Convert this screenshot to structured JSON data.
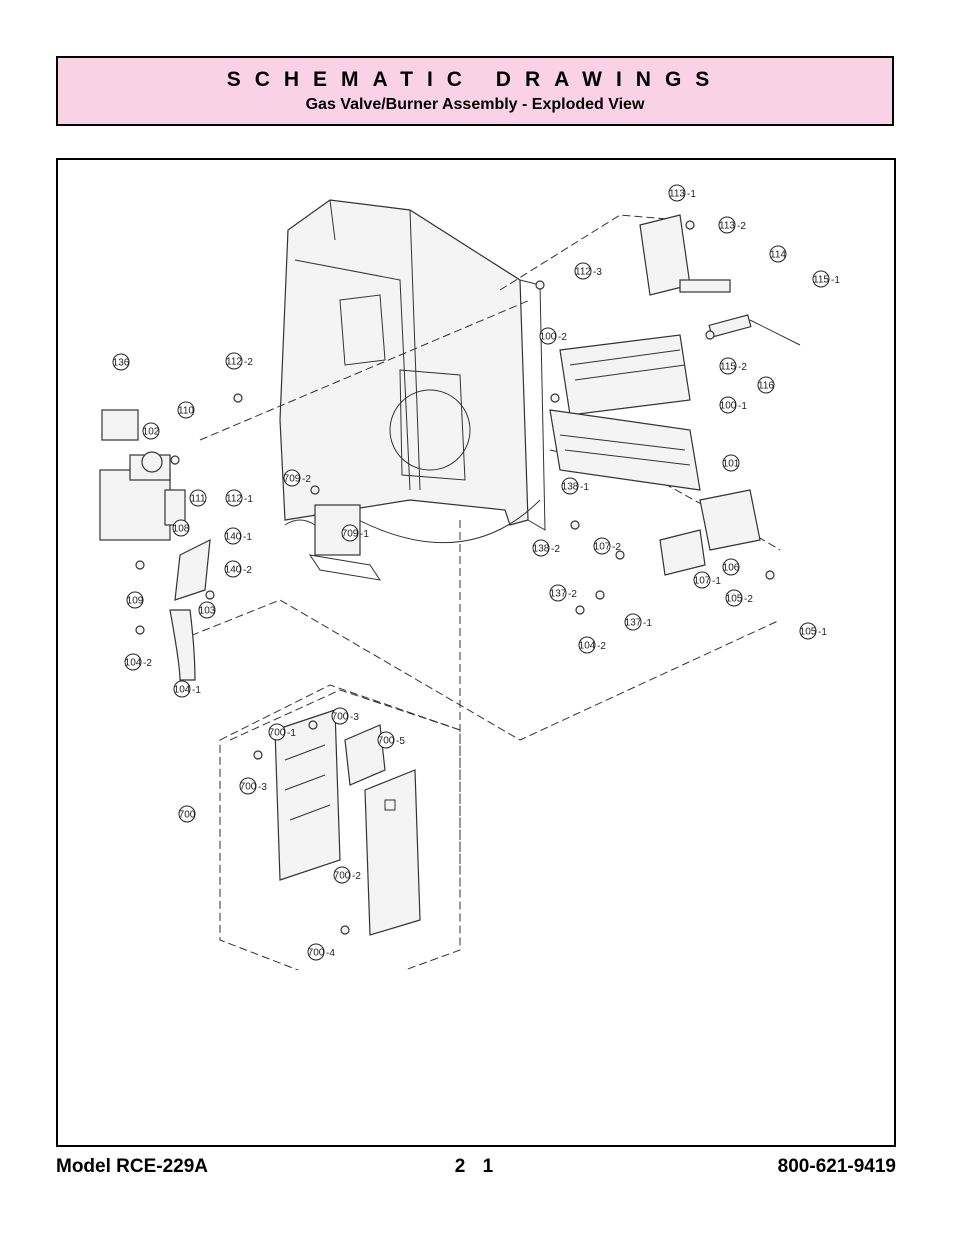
{
  "header": {
    "title": "SCHEMATIC DRAWINGS",
    "subtitle": "Gas Valve/Burner Assembly - Exploded View"
  },
  "footer": {
    "model": "Model RCE-229A",
    "page": "2 1",
    "phone": "800-621-9419"
  },
  "callouts": [
    {
      "num": "113",
      "suffix": "-1"
    },
    {
      "num": "113",
      "suffix": "-2"
    },
    {
      "num": "114",
      "suffix": ""
    },
    {
      "num": "115",
      "suffix": "-1"
    },
    {
      "num": "112",
      "suffix": "-3"
    },
    {
      "num": "100",
      "suffix": "-2"
    },
    {
      "num": "115",
      "suffix": "-2"
    },
    {
      "num": "116",
      "suffix": ""
    },
    {
      "num": "136",
      "suffix": ""
    },
    {
      "num": "112",
      "suffix": "-2"
    },
    {
      "num": "100",
      "suffix": "-1"
    },
    {
      "num": "110",
      "suffix": ""
    },
    {
      "num": "102",
      "suffix": ""
    },
    {
      "num": "111",
      "suffix": ""
    },
    {
      "num": "112",
      "suffix": "-1"
    },
    {
      "num": "101",
      "suffix": ""
    },
    {
      "num": "709",
      "suffix": "-2"
    },
    {
      "num": "138",
      "suffix": "-1"
    },
    {
      "num": "709",
      "suffix": "-1"
    },
    {
      "num": "108",
      "suffix": ""
    },
    {
      "num": "140",
      "suffix": "-1"
    },
    {
      "num": "138",
      "suffix": "-2"
    },
    {
      "num": "107",
      "suffix": "-2"
    },
    {
      "num": "106",
      "suffix": ""
    },
    {
      "num": "140",
      "suffix": "-2"
    },
    {
      "num": "109",
      "suffix": ""
    },
    {
      "num": "107",
      "suffix": "-1"
    },
    {
      "num": "105",
      "suffix": "-2"
    },
    {
      "num": "137",
      "suffix": "-2"
    },
    {
      "num": "103",
      "suffix": ""
    },
    {
      "num": "137",
      "suffix": "-1"
    },
    {
      "num": "104",
      "suffix": "-2"
    },
    {
      "num": "104",
      "suffix": "-2"
    },
    {
      "num": "105",
      "suffix": "-1"
    },
    {
      "num": "104",
      "suffix": "-1"
    },
    {
      "num": "700",
      "suffix": "-3"
    },
    {
      "num": "700",
      "suffix": "-1"
    },
    {
      "num": "700",
      "suffix": "-5"
    },
    {
      "num": "700",
      "suffix": "-3"
    },
    {
      "num": "700",
      "suffix": ""
    },
    {
      "num": "700",
      "suffix": "-2"
    },
    {
      "num": "700",
      "suffix": "-4"
    }
  ]
}
